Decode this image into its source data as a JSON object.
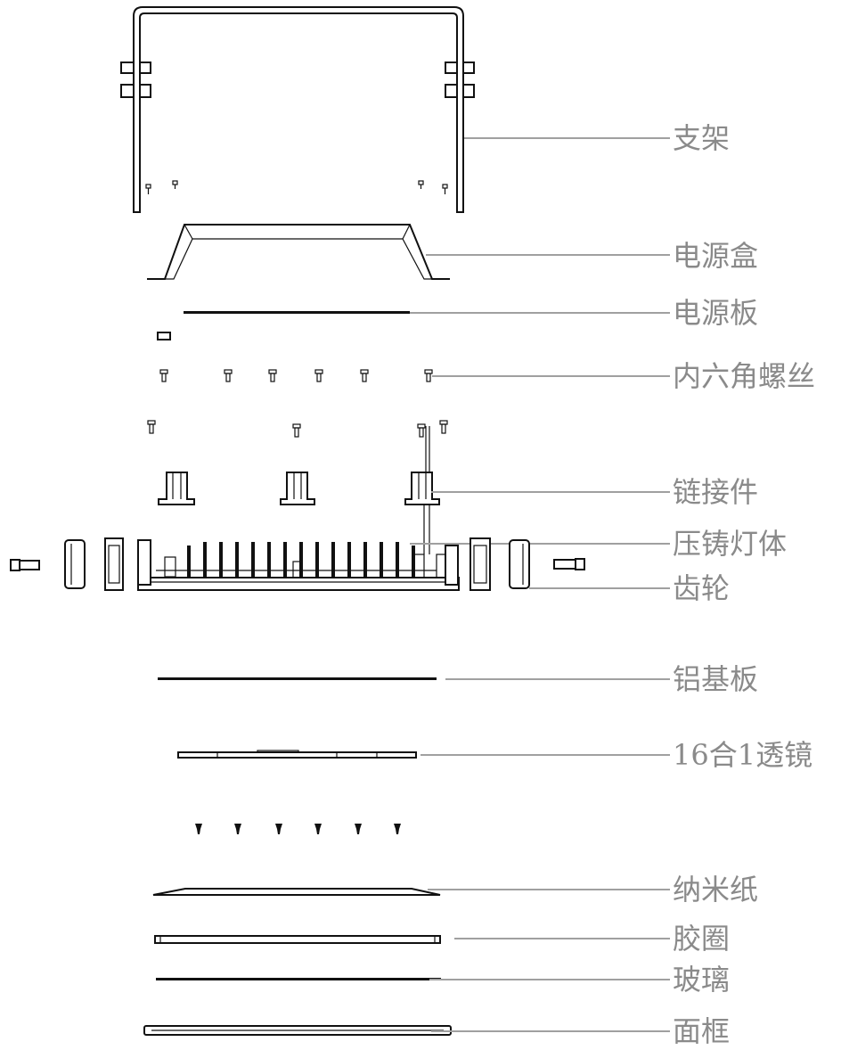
{
  "labels": {
    "bracket": "支架",
    "power_box": "电源盒",
    "power_board": "电源板",
    "hex_screw": "内六角螺丝",
    "connector": "链接件",
    "die_cast_body": "压铸灯体",
    "gear": "齿轮",
    "aluminum_board": "铝基板",
    "lens": "16合1透镜",
    "nano_paper": "纳米纸",
    "gasket": "胶圈",
    "glass": "玻璃",
    "face_frame": "面框"
  }
}
